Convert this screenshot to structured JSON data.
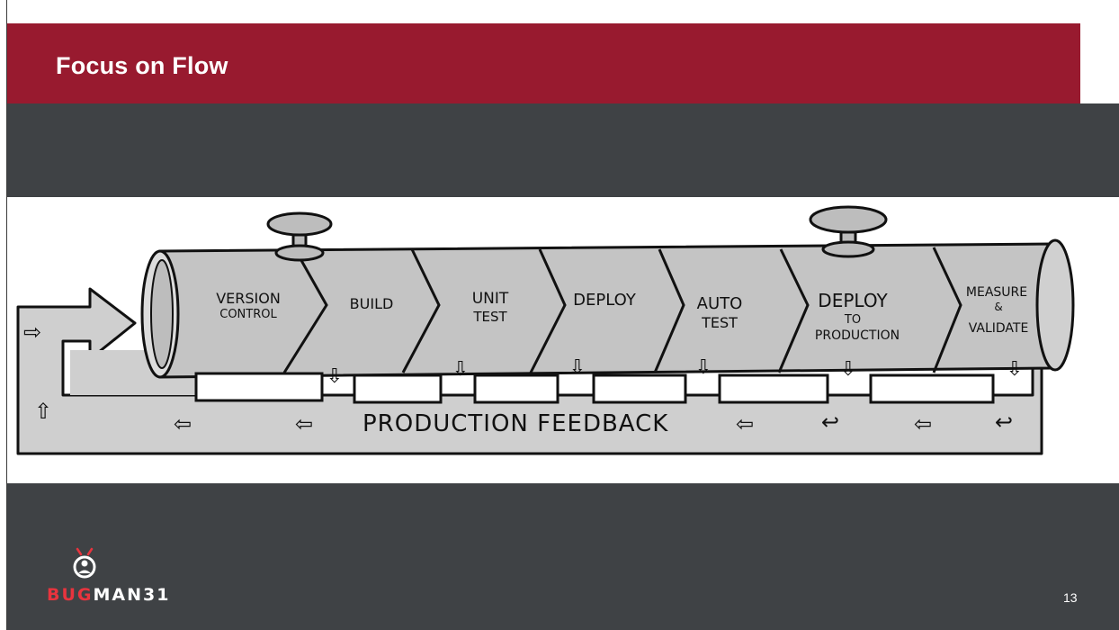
{
  "slide": {
    "title": "Focus on Flow",
    "page_number": "13"
  },
  "diagram": {
    "stages": [
      {
        "line1": "VERSION",
        "line2": "CONTROL"
      },
      {
        "line1": "BUILD",
        "line2": ""
      },
      {
        "line1": "UNIT",
        "line2": "TEST"
      },
      {
        "line1": "DEPLOY",
        "line2": ""
      },
      {
        "line1": "AUTO",
        "line2": "TEST"
      },
      {
        "line1": "DEPLOY",
        "line2": "TO",
        "line3": "PRODUCTION"
      },
      {
        "line1": "MEASURE",
        "line2": "&",
        "line3": "VALIDATE"
      }
    ],
    "feedback_label": "PRODUCTION FEEDBACK"
  },
  "logo": {
    "text_accent": "BUG",
    "text_rest": "MAN31"
  },
  "colors": {
    "title_bar": "#981a2f",
    "background_dark": "#3f4245",
    "pipe_gray": "#c8c8c8",
    "logo_accent": "#e8343e"
  }
}
